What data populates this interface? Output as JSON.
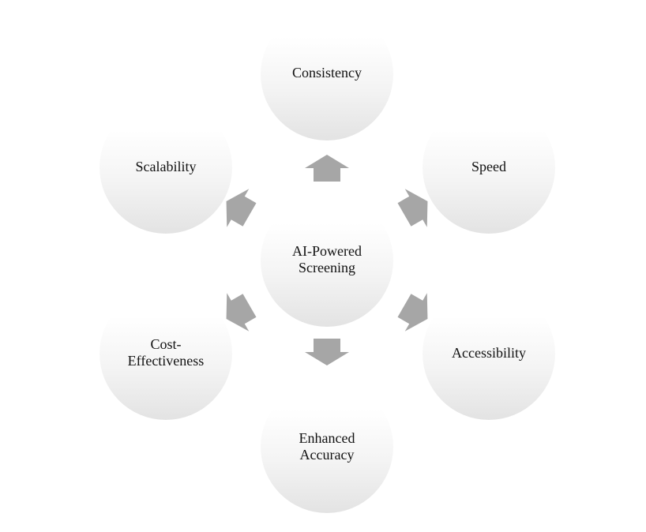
{
  "diagram": {
    "center": {
      "label_lines": [
        "AI-Powered",
        "Screening"
      ]
    },
    "nodes": [
      {
        "id": "consistency",
        "label_lines": [
          "Consistency"
        ]
      },
      {
        "id": "speed",
        "label_lines": [
          "Speed"
        ]
      },
      {
        "id": "accessibility",
        "label_lines": [
          "Accessibility"
        ]
      },
      {
        "id": "enhanced-accuracy",
        "label_lines": [
          "Enhanced",
          "Accuracy"
        ]
      },
      {
        "id": "cost-effectiveness",
        "label_lines": [
          "Cost-",
          "Effectiveness"
        ]
      },
      {
        "id": "scalability",
        "label_lines": [
          "Scalability"
        ]
      }
    ],
    "arrow_color": "#a6a6a6"
  }
}
